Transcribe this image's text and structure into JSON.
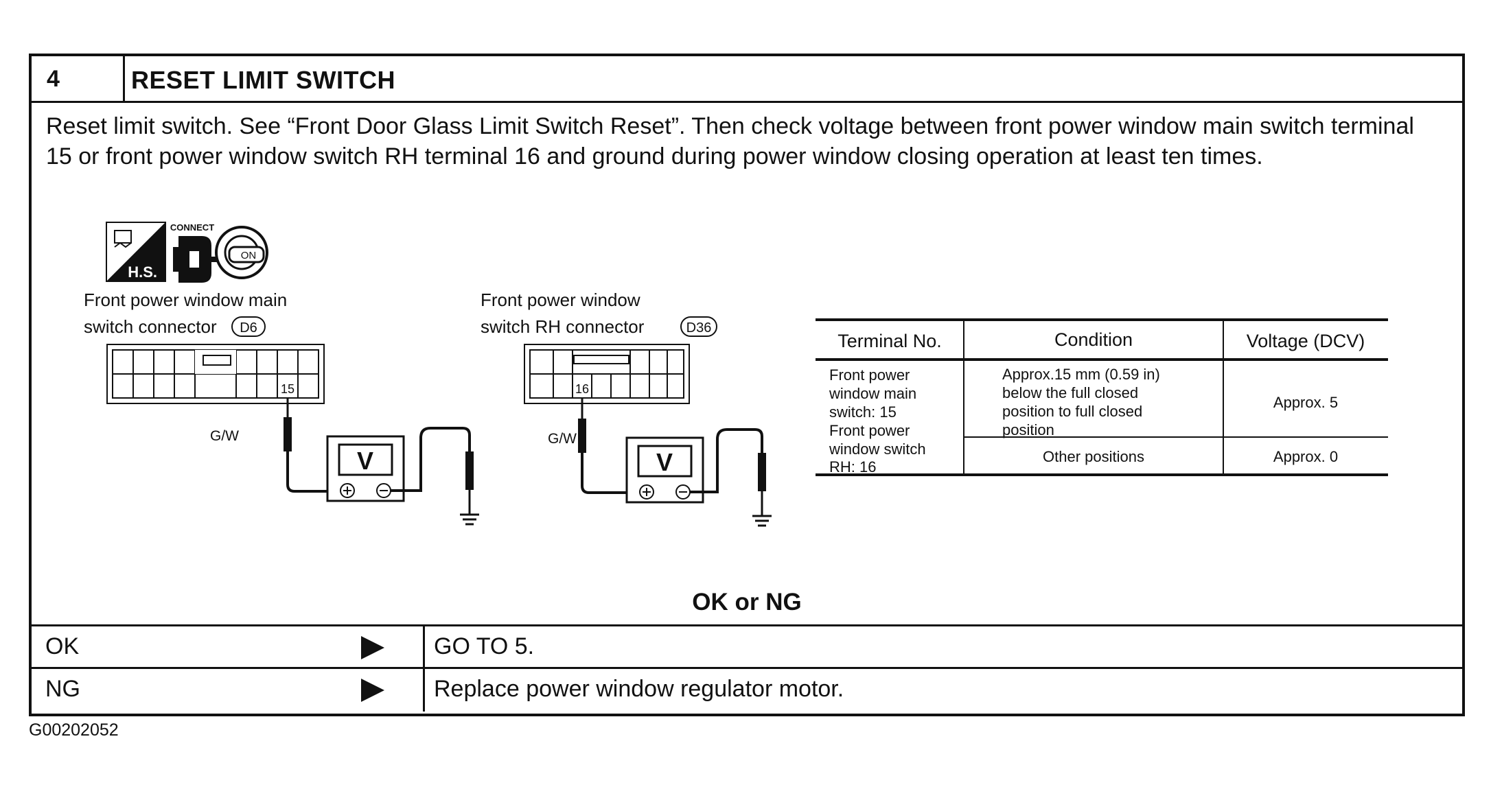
{
  "step": {
    "number": "4",
    "title": "RESET LIMIT SWITCH",
    "instruction": "Reset limit switch. See “Front Door Glass Limit Switch Reset”. Then check voltage between front power window main switch terminal 15 or front power window switch RH terminal 16 and ground during power window closing operation at least ten times."
  },
  "icons": {
    "hs_label": "H.S.",
    "connect_label": "CONNECT",
    "ignition_label": "ON"
  },
  "connectors": {
    "main": {
      "label_line1": "Front power window main",
      "label_line2": "switch connector",
      "code": "D6",
      "terminal": "15",
      "wire": "G/W",
      "meter": "V"
    },
    "rh": {
      "label_line1": "Front power window",
      "label_line2": "switch RH connector",
      "code": "D36",
      "terminal": "16",
      "wire": "G/W",
      "meter": "V"
    }
  },
  "table": {
    "headers": [
      "Terminal No.",
      "Condition",
      "Voltage (DCV)"
    ],
    "terminal_lines": [
      "Front power",
      "window main",
      "switch: 15",
      "Front power",
      "window switch",
      "RH: 16"
    ],
    "rows": [
      {
        "condition_lines": [
          "Approx.15 mm (0.59 in)",
          "below the full closed",
          "position to full closed",
          "position"
        ],
        "voltage": "Approx. 5"
      },
      {
        "condition_lines": [
          "Other positions"
        ],
        "voltage": "Approx. 0"
      }
    ]
  },
  "decision": {
    "question": "OK or NG",
    "ok": {
      "label": "OK",
      "action": "GO TO 5."
    },
    "ng": {
      "label": "NG",
      "action": "Replace power window regulator motor."
    }
  },
  "doc_code": "G00202052"
}
